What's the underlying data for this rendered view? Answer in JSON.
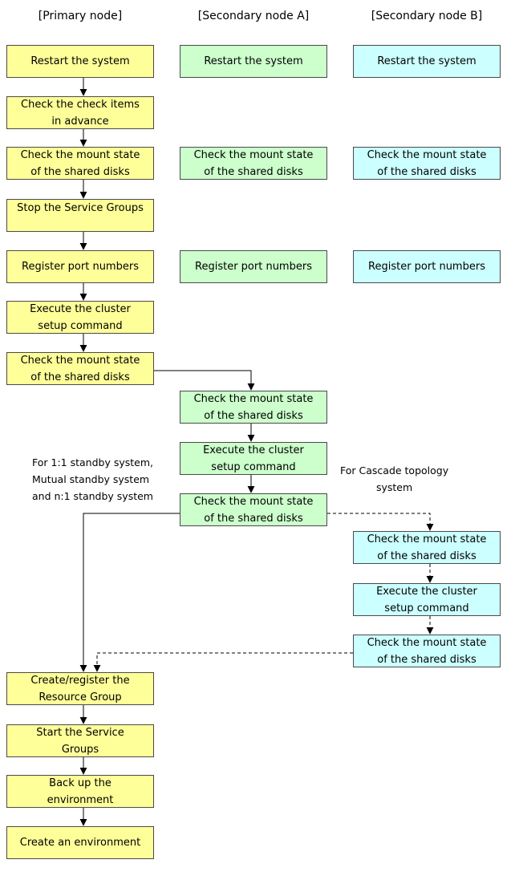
{
  "headers": {
    "primary": "[Primary node]",
    "secA": "[Secondary node A]",
    "secB": "[Secondary node B]"
  },
  "primary": {
    "restart": [
      "Restart the system"
    ],
    "check_items": [
      "Check the check items",
      "in advance"
    ],
    "mount1": [
      "Check the mount state",
      "of the shared disks"
    ],
    "stop_sg": [
      "Stop the Service Groups"
    ],
    "ports": [
      "Register port numbers"
    ],
    "setup": [
      "Execute the cluster",
      "setup command"
    ],
    "mount2": [
      "Check the mount state",
      "of the shared disks"
    ],
    "create_rg": [
      "Create/register the",
      "Resource Group"
    ],
    "start_sg": [
      "Start the Service",
      "Groups"
    ],
    "backup": [
      "Back up the",
      "environment"
    ],
    "create_env": [
      "Create an environment"
    ]
  },
  "secondary_a": {
    "restart": [
      "Restart the system"
    ],
    "mount1": [
      "Check the mount state",
      "of the shared disks"
    ],
    "ports": [
      "Register port numbers"
    ],
    "mount2": [
      "Check the mount state",
      "of the shared disks"
    ],
    "setup": [
      "Execute the cluster",
      "setup command"
    ],
    "mount3": [
      "Check the mount state",
      "of the shared disks"
    ]
  },
  "secondary_b": {
    "restart": [
      "Restart the system"
    ],
    "mount1": [
      "Check the mount state",
      "of the shared disks"
    ],
    "ports": [
      "Register port numbers"
    ],
    "mount2": [
      "Check the mount state",
      "of the shared disks"
    ],
    "setup": [
      "Execute the cluster",
      "setup command"
    ],
    "mount3": [
      "Check the mount state",
      "of the shared disks"
    ]
  },
  "notes": {
    "standby": [
      "For 1:1 standby system,",
      "Mutual standby system",
      "and n:1 standby system"
    ],
    "cascade": [
      "For Cascade topology",
      "system"
    ]
  },
  "colors": {
    "primary": "#ffff99",
    "secondary_a": "#ccffcc",
    "secondary_b": "#ccffff",
    "line": "#000000"
  }
}
